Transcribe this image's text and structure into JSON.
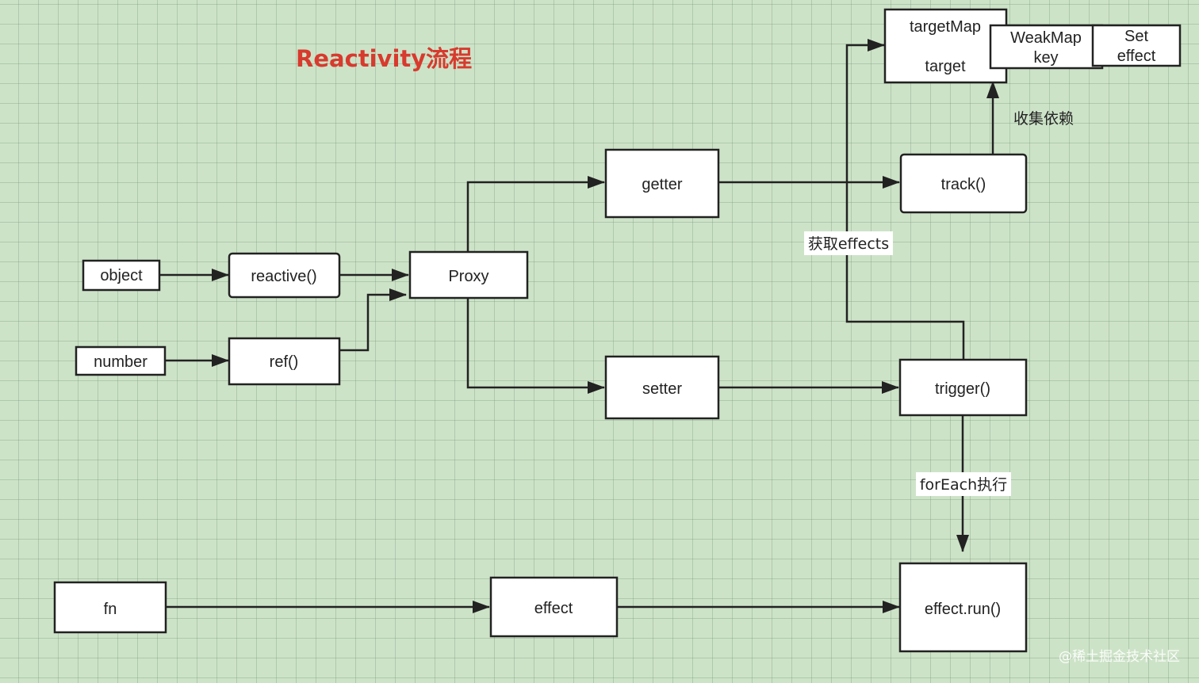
{
  "title": "Reactivity流程",
  "nodes": {
    "object": "object",
    "number": "number",
    "reactive": "reactive()",
    "ref": "ref()",
    "proxy": "Proxy",
    "getter": "getter",
    "setter": "setter",
    "track": "track()",
    "trigger": "trigger()",
    "fn": "fn",
    "effect": "effect",
    "effect_run": "effect.run()",
    "target_map": "targetMap",
    "target": "target",
    "weakmap": "WeakMap",
    "key": "key",
    "set": "Set",
    "set_effect": "effect"
  },
  "edge_labels": {
    "collect_deps": "收集依赖",
    "get_effects": "获取effects",
    "foreach_run": "forEach执行"
  },
  "watermark": "@稀土掘金技术社区"
}
